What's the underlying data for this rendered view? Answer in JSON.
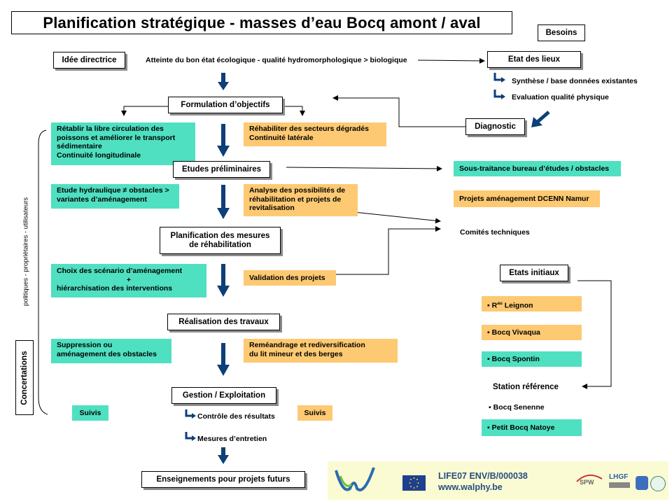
{
  "title": "Planification stratégique - masses d’eau Bocq amont / aval",
  "besoins": "Besoins",
  "idee_directrice": "Idée directrice",
  "atteinte": "Atteinte du bon état écologique - qualité hydromorphologique > biologique",
  "etat_des_lieux": "Etat des lieux",
  "synthese": "Synthèse / base données existantes",
  "evaluation": "Evaluation qualité physique",
  "diagnostic": "Diagnostic",
  "formulation": "Formulation d’objectifs",
  "obj_green": "Rétablir la libre circulation des\npoissons et améliorer le transport\nsédimentaire\nContinuité longitudinale",
  "obj_orange": "Réhabiliter des secteurs dégradés\nContinuité latérale",
  "etudes": "Etudes préliminaires",
  "sous_traitance": "Sous-traitance bureau d’études / obstacles",
  "etude_hydraulique": "Etude hydraulique ≠ obstacles >\nvariantes d’aménagement",
  "analyse": "Analyse des possibilités de\nréhabilitation et projets de\nrevitalisation",
  "projets_dcenn": "Projets aménagement DCENN Namur",
  "comites": "Comités techniques",
  "planification": "Planification des mesures\nde réhabilitation",
  "choix": "Choix des scénario d’aménagement",
  "plus": "+",
  "hierarchisation": "hiérarchisation des interventions",
  "validation": "Validation des projets",
  "etats_initiaux": "Etats initiaux",
  "leignon_prefix": "▪ R",
  "leignon_sup": "au",
  "leignon_name": " Leignon",
  "vivaqua": "▪ Bocq Vivaqua",
  "spontin": "▪ Bocq Spontin",
  "station_ref": "Station référence",
  "senenne": "▪ Bocq Senenne",
  "natoye": "▪ Petit Bocq Natoye",
  "realisation": "Réalisation des travaux",
  "suppression": "Suppression ou\naménagement des obstacles",
  "remeandrage": "Reméandrage et rediversification\ndu lit mineur et des berges",
  "gestion": "Gestion / Exploitation",
  "suivis_left": "Suivis",
  "suivis_right": "Suivis",
  "controle": "Contrôle des résultats",
  "mesures": "Mesures d’entretien",
  "enseignements": "Enseignements pour projets futurs",
  "side_label": "politiques - propriétaires - utilisateurs",
  "concertations": "Concertations",
  "footer": {
    "code": "LIFE07 ENV/B/000038",
    "url": "www.walphy.be",
    "spw": "SPW",
    "lhgf": "LHGF"
  },
  "colors": {
    "green": "#4fe0c1",
    "orange": "#fdc972",
    "arrow_blue": "#0d3f78",
    "footer_bg": "#fbfbd3"
  }
}
